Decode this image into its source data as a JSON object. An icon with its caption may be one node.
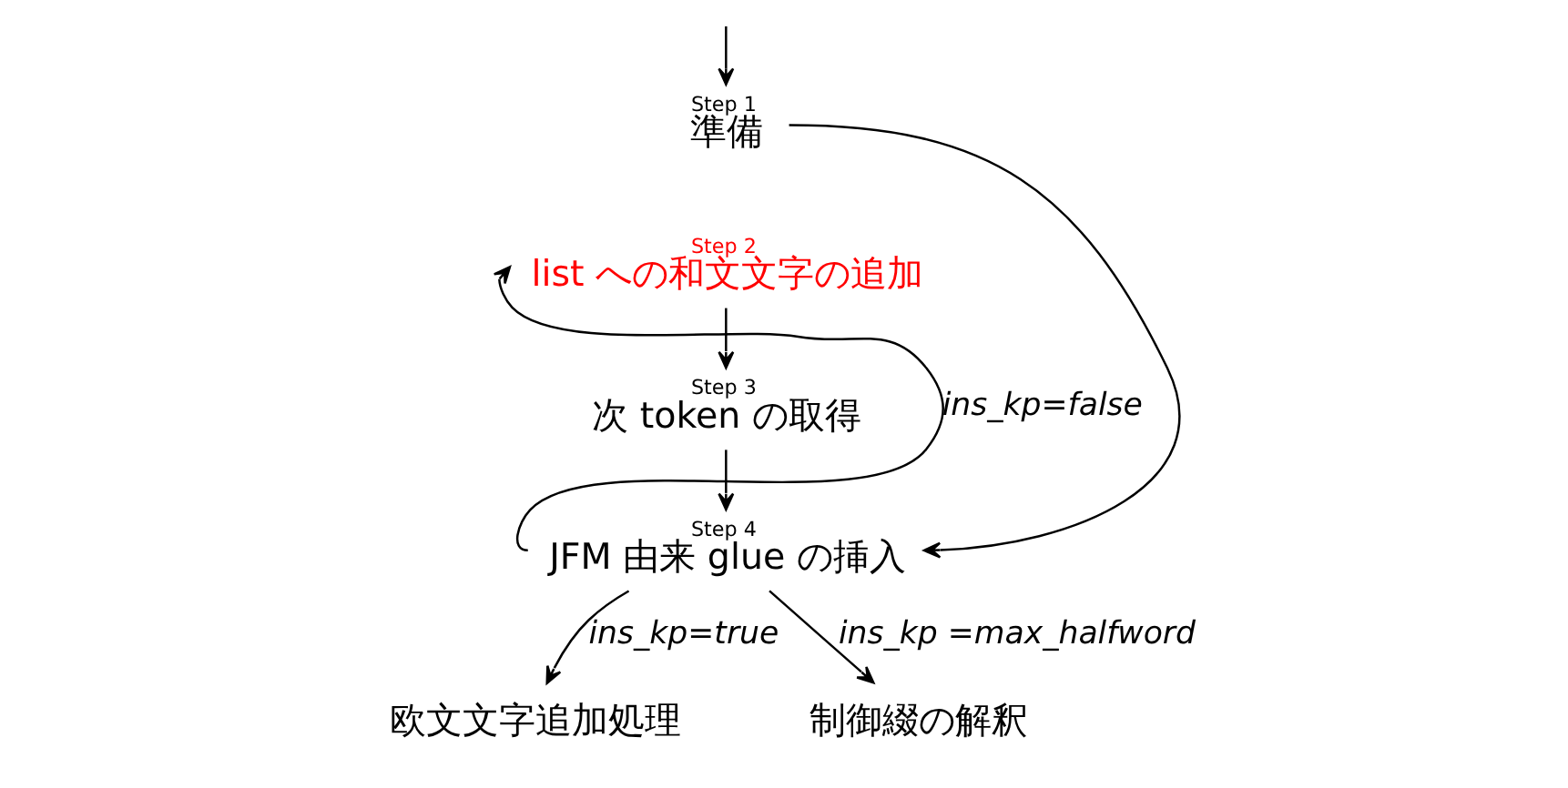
{
  "diagram": {
    "nodes": [
      {
        "text": [
          "Step 1",
          "準備"
        ]
      },
      {
        "text": [
          "Step 2",
          "list への和文文字の追加"
        ]
      },
      {
        "text": [
          "Step 3",
          "次 token の取得"
        ]
      },
      {
        "text": [
          "Step 4",
          "JFM 由来 glue の挿入"
        ]
      },
      {
        "text": [
          "欧文文字追加処理"
        ]
      },
      {
        "text": [
          "制御綴の解釈"
        ]
      }
    ],
    "edges": [
      {
        "from": null,
        "to": 0,
        "arrow": "to"
      },
      {
        "from": 0,
        "to": 3,
        "arrow": "to"
      },
      {
        "from": 3,
        "to": 1,
        "arrow": "to",
        "label": "ins_kp=false"
      },
      {
        "from": 1,
        "to": 2,
        "arrow": "to"
      },
      {
        "from": 2,
        "to": 3,
        "arrow": "to"
      },
      {
        "from": 3,
        "to": 4,
        "arrow": "to",
        "label": "ins_kp=true"
      },
      {
        "from": 3,
        "to": 5,
        "arrow": "to",
        "label": "ins_kp =max_halfword"
      }
    ]
  }
}
